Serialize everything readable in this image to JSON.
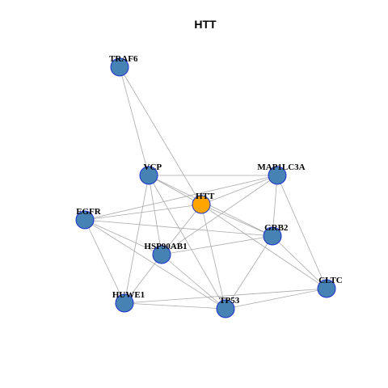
{
  "title": "HTT",
  "colors": {
    "default_node": "#4682b4",
    "highlight_node": "#ffa500",
    "node_border": "#1a2fcf",
    "edge": "#aaaaaa"
  },
  "nodes": [
    {
      "id": "TRAF6",
      "label": "TRAF6"
    },
    {
      "id": "VCP",
      "label": "VCP"
    },
    {
      "id": "MAP1LC3A",
      "label": "MAP1LC3A"
    },
    {
      "id": "HTT",
      "label": "HTT",
      "highlight": true
    },
    {
      "id": "EGFR",
      "label": "EGFR"
    },
    {
      "id": "GRB2",
      "label": "GRB2"
    },
    {
      "id": "HSP90AB1",
      "label": "HSP90AB1"
    },
    {
      "id": "CLTC",
      "label": "CLTC"
    },
    {
      "id": "HUWE1",
      "label": "HUWE1"
    },
    {
      "id": "TP53",
      "label": "TP53"
    }
  ],
  "edges": [
    [
      "TRAF6",
      "VCP"
    ],
    [
      "TRAF6",
      "HTT"
    ],
    [
      "VCP",
      "MAP1LC3A"
    ],
    [
      "VCP",
      "HTT"
    ],
    [
      "VCP",
      "HSP90AB1"
    ],
    [
      "VCP",
      "HUWE1"
    ],
    [
      "VCP",
      "TP53"
    ],
    [
      "VCP",
      "GRB2"
    ],
    [
      "MAP1LC3A",
      "HTT"
    ],
    [
      "MAP1LC3A",
      "EGFR"
    ],
    [
      "MAP1LC3A",
      "GRB2"
    ],
    [
      "MAP1LC3A",
      "HSP90AB1"
    ],
    [
      "MAP1LC3A",
      "CLTC"
    ],
    [
      "HTT",
      "EGFR"
    ],
    [
      "HTT",
      "GRB2"
    ],
    [
      "HTT",
      "HSP90AB1"
    ],
    [
      "HTT",
      "TP53"
    ],
    [
      "HTT",
      "CLTC"
    ],
    [
      "EGFR",
      "GRB2"
    ],
    [
      "EGFR",
      "HSP90AB1"
    ],
    [
      "EGFR",
      "HUWE1"
    ],
    [
      "EGFR",
      "TP53"
    ],
    [
      "GRB2",
      "HSP90AB1"
    ],
    [
      "GRB2",
      "TP53"
    ],
    [
      "GRB2",
      "CLTC"
    ],
    [
      "HSP90AB1",
      "HUWE1"
    ],
    [
      "HSP90AB1",
      "TP53"
    ],
    [
      "HUWE1",
      "TP53"
    ],
    [
      "HUWE1",
      "CLTC"
    ],
    [
      "TP53",
      "CLTC"
    ]
  ]
}
